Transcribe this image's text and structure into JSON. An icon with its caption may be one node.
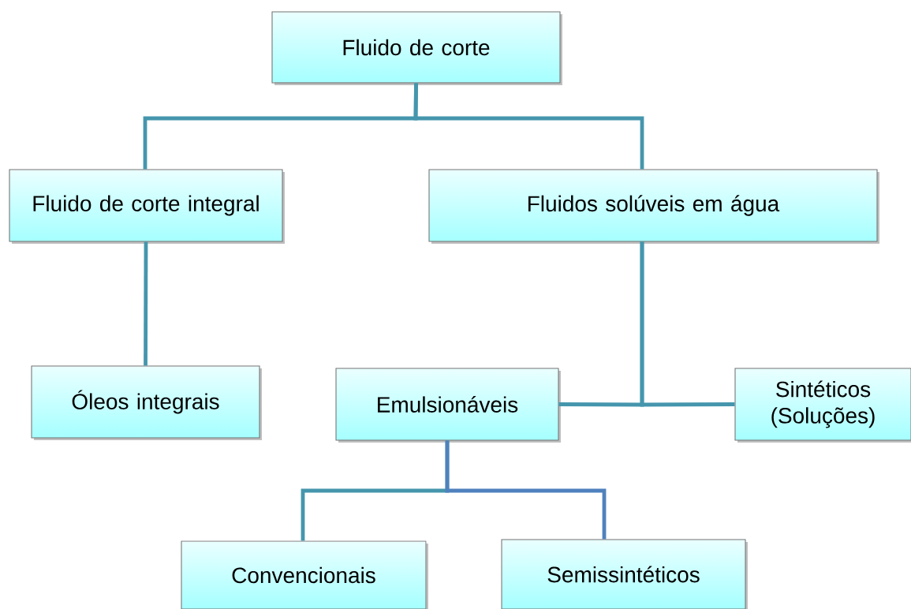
{
  "diagram": {
    "nodes": [
      {
        "text": [
          "Fluido de corte"
        ]
      },
      {
        "text": [
          "Fluido de corte integral"
        ]
      },
      {
        "text": [
          "Fluidos solúveis em água"
        ]
      },
      {
        "text": [
          "Óleos integrais"
        ]
      },
      {
        "text": [
          "Emulsionáveis"
        ]
      },
      {
        "text": [
          "Sintéticos (Soluções)"
        ]
      },
      {
        "text": [
          "Convencionais"
        ]
      },
      {
        "text": [
          "Semissintéticos"
        ]
      }
    ],
    "edges": [
      {
        "from": 0,
        "to": 1,
        "arrow": "none"
      },
      {
        "from": 0,
        "to": 2,
        "arrow": "none"
      },
      {
        "from": 1,
        "to": 3,
        "arrow": "none"
      },
      {
        "from": 2,
        "to": 4,
        "arrow": "none"
      },
      {
        "from": 2,
        "to": 5,
        "arrow": "none"
      },
      {
        "from": 4,
        "to": 6,
        "arrow": "none"
      },
      {
        "from": 4,
        "to": 7,
        "arrow": "none",
        "color": "#4f81bd"
      }
    ]
  }
}
